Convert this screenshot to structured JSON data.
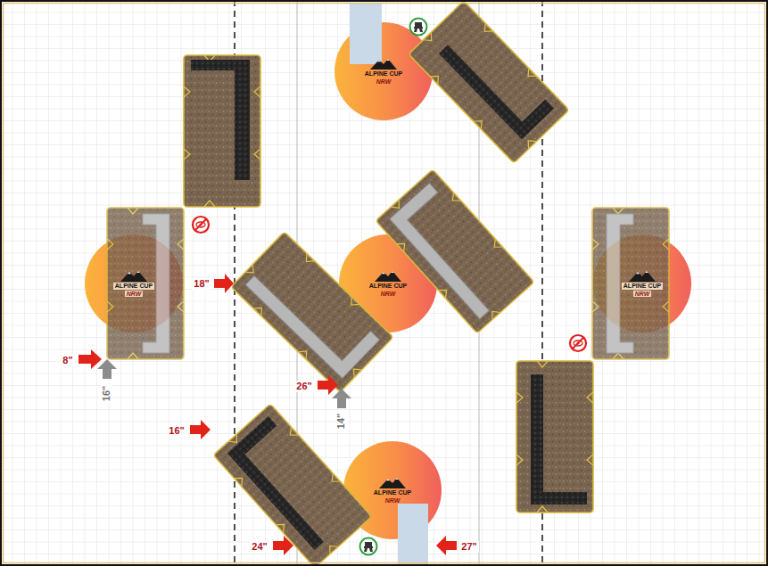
{
  "diagram": {
    "nodes": [
      {
        "text": [
          "ALPINE CUP",
          "NRW"
        ]
      },
      {
        "text": [
          "ALPINE CUP",
          "NRW"
        ]
      },
      {
        "text": [
          "ALPINE CUP",
          "NRW"
        ]
      },
      {
        "text": [
          "ALPINE CUP",
          "NRW"
        ]
      },
      {
        "text": [
          "ALPINE CUP",
          "NRW"
        ]
      }
    ],
    "labels": [
      "18\"",
      "8\"",
      "26\"",
      "16\"",
      "14\"",
      "16\"",
      "24\"",
      "27\""
    ]
  }
}
